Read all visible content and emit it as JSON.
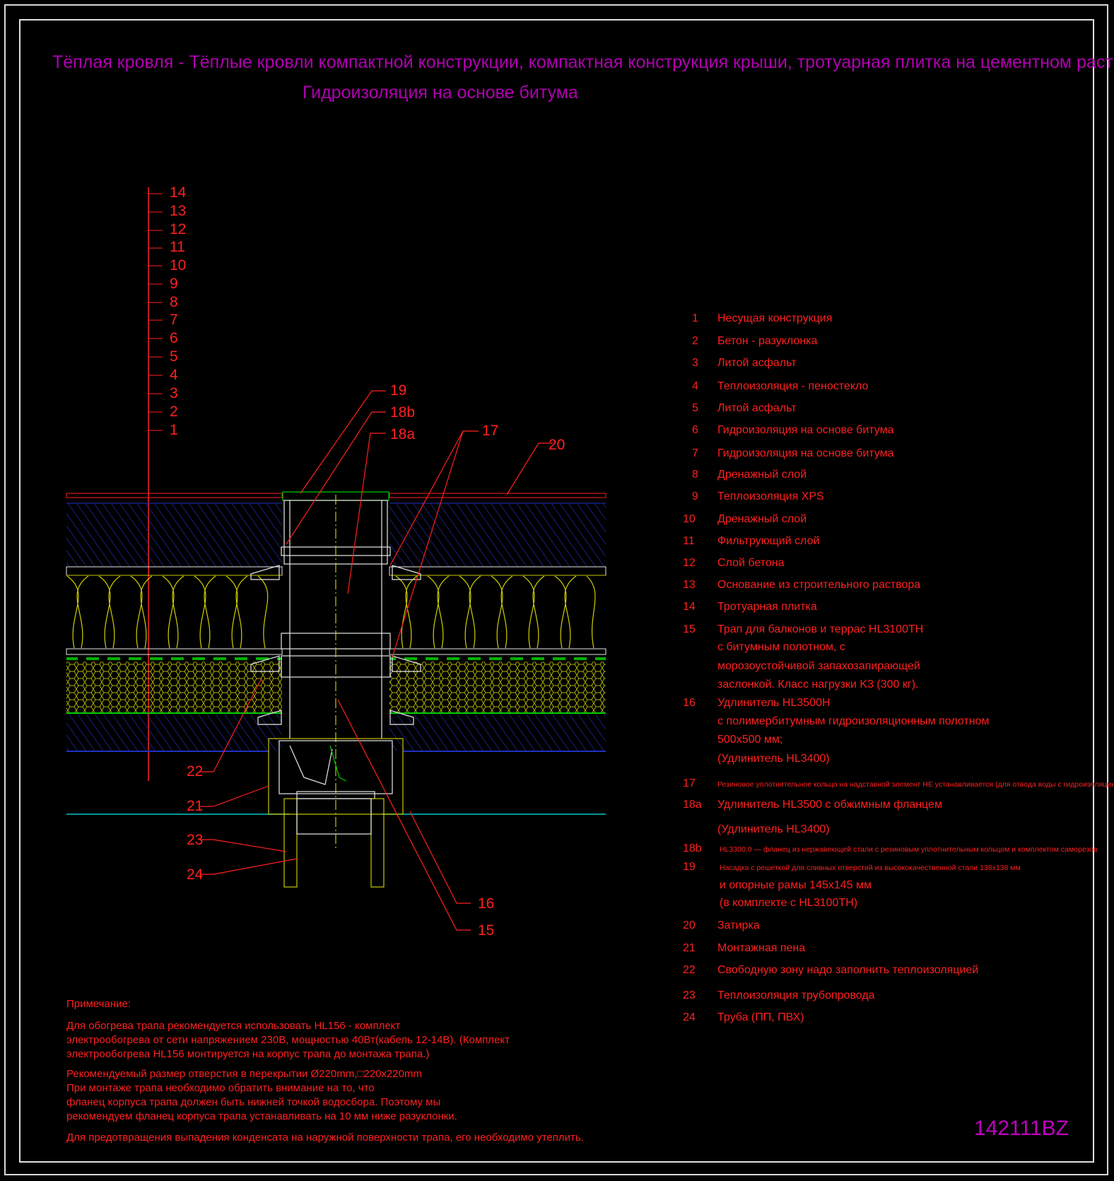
{
  "title_line1": "Тёплая кровля - Тёплые кровли компактной конструкции, компактная конструкция крыши, тротуарная плитка на цементном растворе",
  "title_line2": "Гидроизоляция на основе битума",
  "layer_scale_labels": [
    "14",
    "13",
    "12",
    "11",
    "10",
    "9",
    "8",
    "7",
    "6",
    "5",
    "4",
    "3",
    "2",
    "1"
  ],
  "callouts": {
    "c19": "19",
    "c18b": "18b",
    "c18a": "18a",
    "c17": "17",
    "c20": "20",
    "c22": "22",
    "c21": "21",
    "c23": "23",
    "c24": "24",
    "c16": "16",
    "c15": "15"
  },
  "legend": [
    {
      "num": "1",
      "lines": [
        "Несущая конструкция"
      ]
    },
    {
      "num": "2",
      "lines": [
        "Бетон - разуклонка"
      ]
    },
    {
      "num": "3",
      "lines": [
        "Литой асфальт"
      ]
    },
    {
      "num": "4",
      "lines": [
        "Теплоизоляция - пеностекло"
      ]
    },
    {
      "num": "5",
      "lines": [
        "Литой асфальт"
      ]
    },
    {
      "num": "6",
      "lines": [
        "Гидроизоляция на основе битума"
      ]
    },
    {
      "num": "7",
      "lines": [
        "Гидроизоляция на основе битума"
      ]
    },
    {
      "num": "8",
      "lines": [
        "Дренажный слой"
      ]
    },
    {
      "num": "9",
      "lines": [
        "Теплоизоляция XPS"
      ]
    },
    {
      "num": "10",
      "lines": [
        "Дренажный слой"
      ]
    },
    {
      "num": "11",
      "lines": [
        "Фильтрующий слой"
      ]
    },
    {
      "num": "12",
      "lines": [
        "Слой бетона"
      ]
    },
    {
      "num": "13",
      "lines": [
        "Основание из строительного раствора"
      ]
    },
    {
      "num": "14",
      "lines": [
        "Тротуарная плитка"
      ]
    },
    {
      "num": "15",
      "lines": [
        "Трап для балконов и террас HL3100TH",
        "с битумным полотном, с",
        "морозоустойчивой запахозапирающей",
        "заслонкой. Класс нагрузки K3 (300 кг)."
      ]
    },
    {
      "num": "16",
      "lines": [
        "Удлинитель HL3500H",
        " с полимербитумным гидроизоляционным полотном",
        "500x500 мм;",
        "(Удлинитель HL3400)"
      ]
    },
    {
      "num": "17",
      "lines": [
        "Резиновое уплотнительное кольцо на надставной элемент НЕ устанавливается (для отвода воды с гидроизоляции)"
      ],
      "small": true
    },
    {
      "num": "18a",
      "lines": [
        "Удлинитель HL3500 с обжимным фланцем",
        "",
        "(Удлинитель HL3400)"
      ]
    },
    {
      "num": "18b",
      "lines": [
        "HL3300.0 — фланец из нержавеющей стали с резиновым уплотнительным кольцом и комплектом саморезов"
      ],
      "small": true
    },
    {
      "num": "19",
      "lines": [
        "Насадка с решеткой для сливных отверстий из высококачественной стали 138x138 мм"
      ],
      "small": true,
      "extra": [
        "и опорные рамы 145x145 мм",
        "(в комплекте с HL3100TH)"
      ]
    },
    {
      "num": "20",
      "lines": [
        "Затирка"
      ]
    },
    {
      "num": "21",
      "lines": [
        "Монтажная пена"
      ]
    },
    {
      "num": "22",
      "lines": [
        "Свободную зону надо заполнить теплоизоляцией"
      ]
    },
    {
      "num": "23",
      "lines": [
        "Теплоизоляция трубопровода"
      ]
    },
    {
      "num": "24",
      "lines": [
        "Труба (ПП, ПВХ)"
      ]
    }
  ],
  "notes": {
    "heading": "Примечание:",
    "p1": [
      "Для обогрева трапа рекомендуется использовать HL156 - комплект",
      "электрообогрева от сети напряжением 230В, мощностью 40Вт(кабель 12-14В). (Комплект",
      "электрообогрева HL156 монтируется на корпус трапа до монтажа трапа.)"
    ],
    "p2": [
      "Рекомендуемый размер отверстия в перекрытии Ø220mm,□220x220mm",
      "При монтаже трапа необходимо обратить внимание на то, что",
      "фланец корпуса трапа должен быть нижней точкой водосбора. Поэтому мы",
      "рекомендуем фланец корпуса трапа устанавливать на 10 мм ниже разуклонки."
    ],
    "p3": [
      "Для предотвращения выпадения конденсата на наружной поверхности трапа, его необходимо утеплить."
    ]
  },
  "drawing_code": "142111BZ",
  "colors": {
    "title": "#b000b0",
    "text": "#ff2020",
    "insulation": "#c8c800",
    "membrane": "#00c000",
    "hatch": "#2030c0",
    "drain": "#e8e8e8"
  }
}
